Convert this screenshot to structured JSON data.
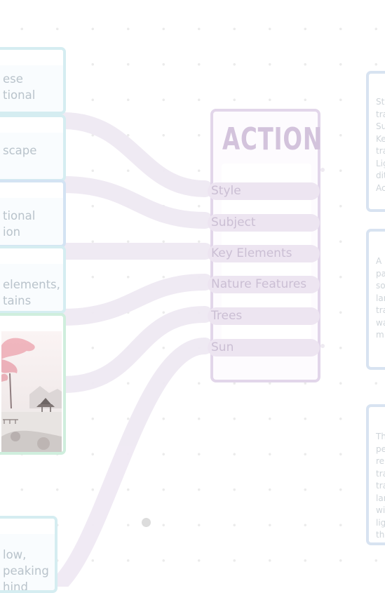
{
  "action_node": {
    "title": "ACTION",
    "inputs": [
      "Style",
      "Subject",
      "Key Elements",
      "Nature Features",
      "Trees",
      "Sun"
    ]
  },
  "left_cards": [
    {
      "id": "style",
      "lines": [
        "ese",
        "tional"
      ]
    },
    {
      "id": "subject",
      "lines": [
        "scape"
      ]
    },
    {
      "id": "key-elements",
      "lines": [
        "tional",
        "ion"
      ]
    },
    {
      "id": "nature-features",
      "lines": [
        " elements,",
        "tains"
      ]
    },
    {
      "id": "sun",
      "lines": [
        "low,",
        "peaking",
        "hind"
      ]
    }
  ],
  "right_cards": [
    {
      "id": "right-card-1",
      "text": "Sty\ntra\nSu\nKe\ntra\nLig\ndit\nAc"
    },
    {
      "id": "right-card-2",
      "text": "A r\npa\nso\nlar\ntra\nwa\nm"
    },
    {
      "id": "right-card-3",
      "text": "Th\npe\nre:\ntra\ntra\nlar\nwi\nlig\nth"
    }
  ],
  "image_card": {
    "description_icon": "landscape-image-icon"
  },
  "colors": {
    "wire": "#efe9f3",
    "action_border": "#e2d6ea",
    "pill": "#ede5f1",
    "card_border": "#d8eaf4"
  }
}
